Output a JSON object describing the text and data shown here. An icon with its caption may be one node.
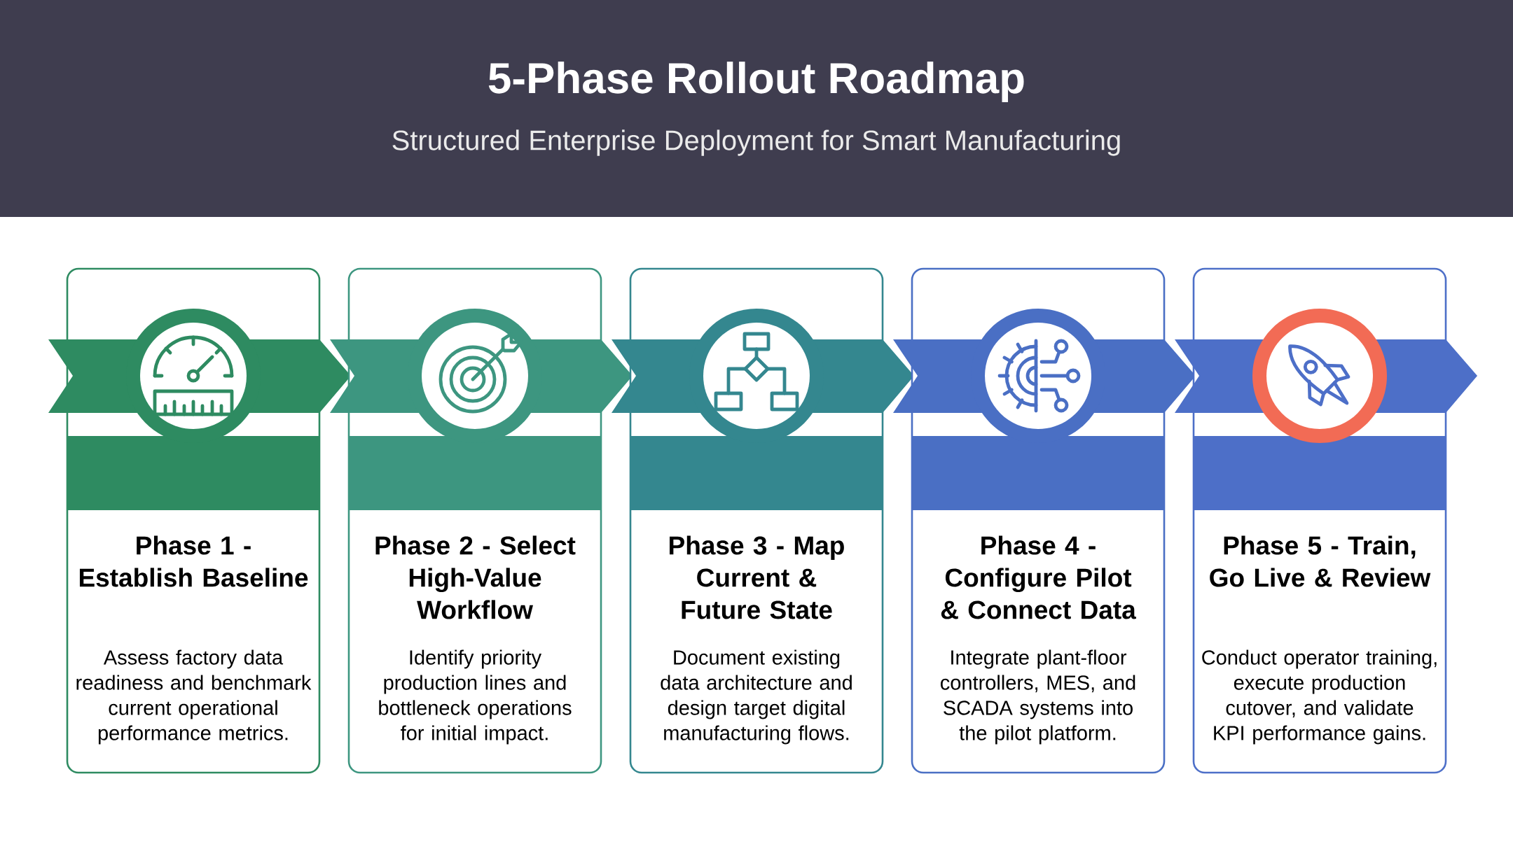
{
  "diagram": {
    "title": "5-Phase Rollout Roadmap",
    "nodes": [
      {
        "text": [
          "Phase 1 - Establish Baseline",
          "Assess factory data readiness and benchmark current operational performance metrics."
        ]
      },
      {
        "text": [
          "Phase 2 - Select High-Value Workflow",
          "Identify priority production lines and bottleneck operations for initial impact."
        ]
      },
      {
        "text": [
          "Phase 3 - Map Current & Future State",
          "Document existing data architecture and design target digital manufacturing flows."
        ]
      },
      {
        "text": [
          "Phase 4 - Configure Pilot & Connect Data",
          "Integrate plant-floor controllers, MES, and SCADA systems into the pilot platform."
        ]
      },
      {
        "text": [
          "Phase 5 - Train, Go Live & Review",
          "Conduct operator training, execute production cutover, and validate KPI performance gains."
        ]
      }
    ],
    "labels": [
      "Structured Enterprise Deployment for Smart Manufacturing"
    ]
  }
}
